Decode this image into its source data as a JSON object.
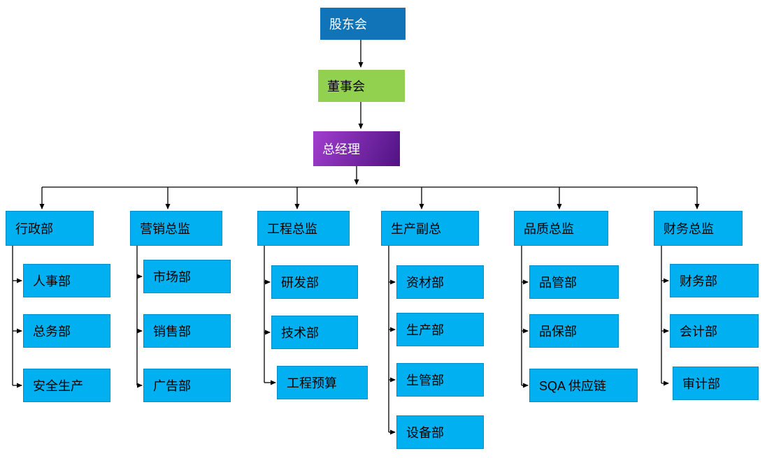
{
  "diagram": {
    "type": "org-chart",
    "root": "股东会",
    "level2": "董事会",
    "level3": "总经理"
  },
  "columns": [
    {
      "head": "行政部",
      "children": [
        "人事部",
        "总务部",
        "安全生产"
      ]
    },
    {
      "head": "营销总监",
      "children": [
        "市场部",
        "销售部",
        "广告部"
      ]
    },
    {
      "head": "工程总监",
      "children": [
        "研发部",
        "技术部",
        "工程预算"
      ]
    },
    {
      "head": "生产副总",
      "children": [
        "资材部",
        "生产部",
        "生管部",
        "设备部"
      ]
    },
    {
      "head": "品质总监",
      "children": [
        "品管部",
        "品保部",
        "SQA 供应链"
      ]
    },
    {
      "head": "财务总监",
      "children": [
        "财务部",
        "会计部",
        "审计部"
      ]
    }
  ],
  "colors": {
    "shareholders_fill": "#1274b8",
    "board_fill": "#92d050",
    "gm_fill_light": "#a23ecf",
    "gm_fill_dark": "#4f1383",
    "dept_fill": "#00b0f0",
    "connector": "#000000"
  }
}
